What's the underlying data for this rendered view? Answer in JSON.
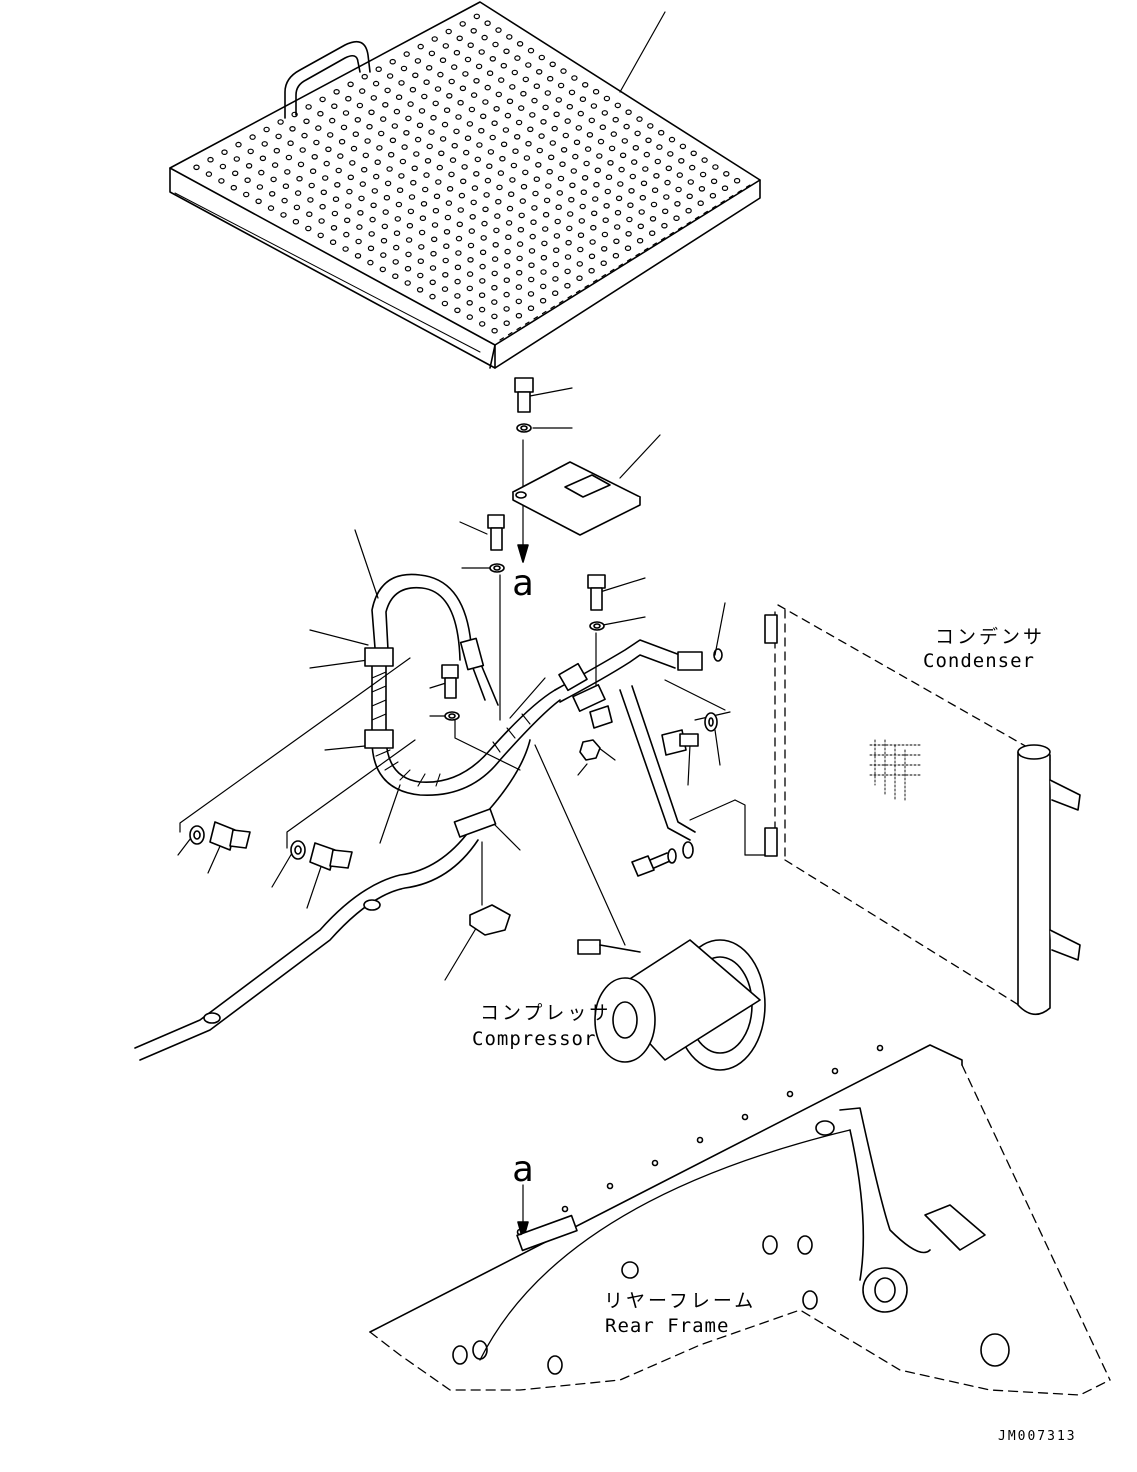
{
  "labels": {
    "condenser_jp": "コンデンサ",
    "condenser_en": "Condenser",
    "compressor_jp": "コンプレッサ",
    "compressor_en": "Compressor",
    "rear_frame_jp": "リヤーフレーム",
    "rear_frame_en": "Rear Frame",
    "ref_a_top": "a",
    "ref_a_bottom": "a",
    "drawing_code": "JM007313"
  }
}
